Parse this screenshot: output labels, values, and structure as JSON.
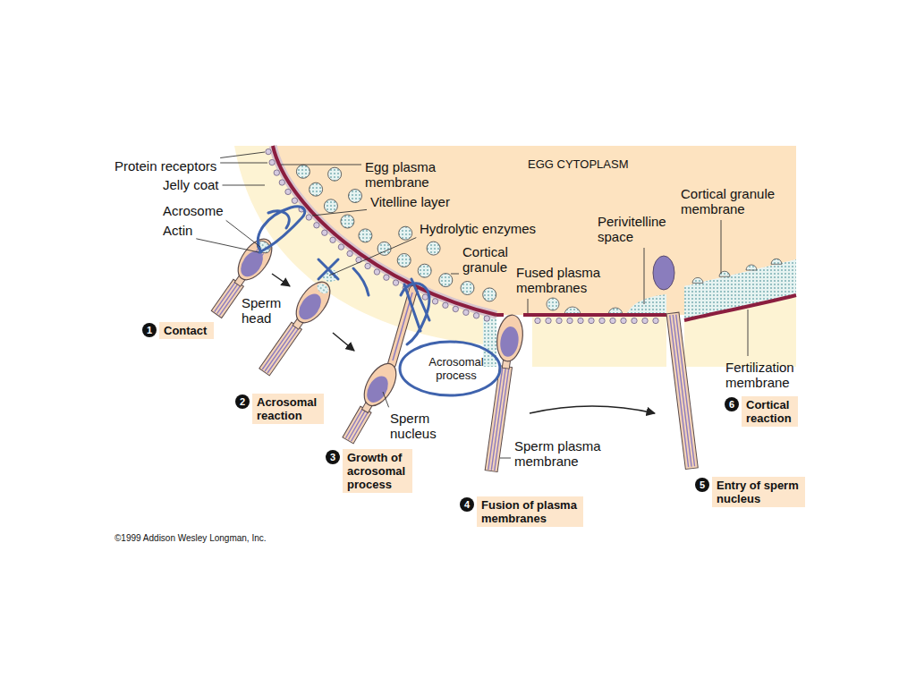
{
  "diagram": {
    "nodes": [
      {
        "text": [
          "1",
          "Contact"
        ]
      },
      {
        "text": [
          "2",
          "Acrosomal reaction"
        ]
      },
      {
        "text": [
          "3",
          "Growth of acrosomal process"
        ]
      },
      {
        "text": [
          "4",
          "Fusion of plasma membranes"
        ]
      },
      {
        "text": [
          "5",
          "Entry of sperm nucleus"
        ]
      },
      {
        "text": [
          "6",
          "Cortical reaction"
        ]
      }
    ],
    "labels": [
      "Protein receptors",
      "Jelly coat",
      "Acrosome",
      "Actin",
      "Egg plasma membrane",
      "Vitelline layer",
      "Hydrolytic enzymes",
      "Cortical granule",
      "EGG CYTOPLASM",
      "Cortical granule membrane",
      "Perivitelline space",
      "Fused plasma membranes",
      "Sperm head",
      "Acrosomal process",
      "Sperm nucleus",
      "Sperm plasma membrane",
      "Fertilization membrane",
      "©1999 Addison Wesley Longman, Inc."
    ]
  }
}
